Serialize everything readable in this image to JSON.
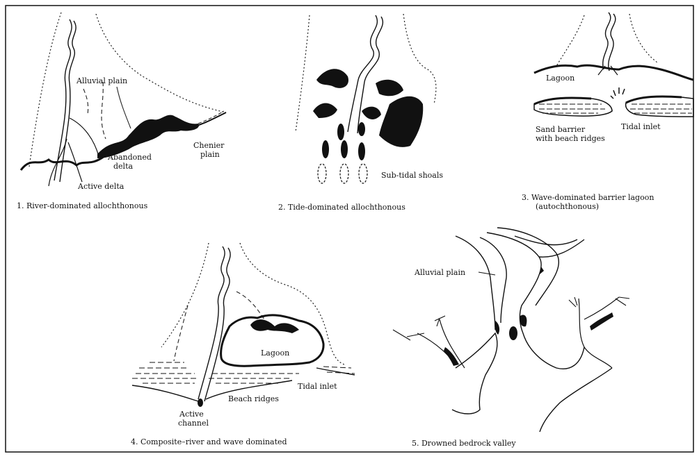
{
  "panels": [
    {
      "caption": "1. River-dominated allochthonous",
      "labels": {
        "alluvial_plain": "Alluvial plain",
        "abandoned_delta_1": "Abandoned",
        "abandoned_delta_2": "delta",
        "active_delta": "Active delta",
        "chenier_plain_1": "Chenier",
        "chenier_plain_2": "plain"
      }
    },
    {
      "caption": "2. Tide-dominated allochthonous",
      "labels": {
        "subtidal_shoals": "Sub-tidal shoals"
      }
    },
    {
      "caption_1": "3. Wave-dominated barrier lagoon",
      "caption_2": "(autochthonous)",
      "labels": {
        "lagoon": "Lagoon",
        "sand_barrier_1": "Sand barrier",
        "sand_barrier_2": "with beach ridges",
        "tidal_inlet": "Tidal inlet"
      }
    },
    {
      "caption": "4. Composite–river and wave dominated",
      "labels": {
        "lagoon": "Lagoon",
        "tidal_inlet": "Tidal inlet",
        "beach_ridges": "Beach ridges",
        "active_channel_1": "Active",
        "active_channel_2": "channel"
      }
    },
    {
      "caption": "5. Drowned bedrock valley",
      "labels": {
        "alluvial_plain": "Alluvial plain"
      }
    }
  ]
}
